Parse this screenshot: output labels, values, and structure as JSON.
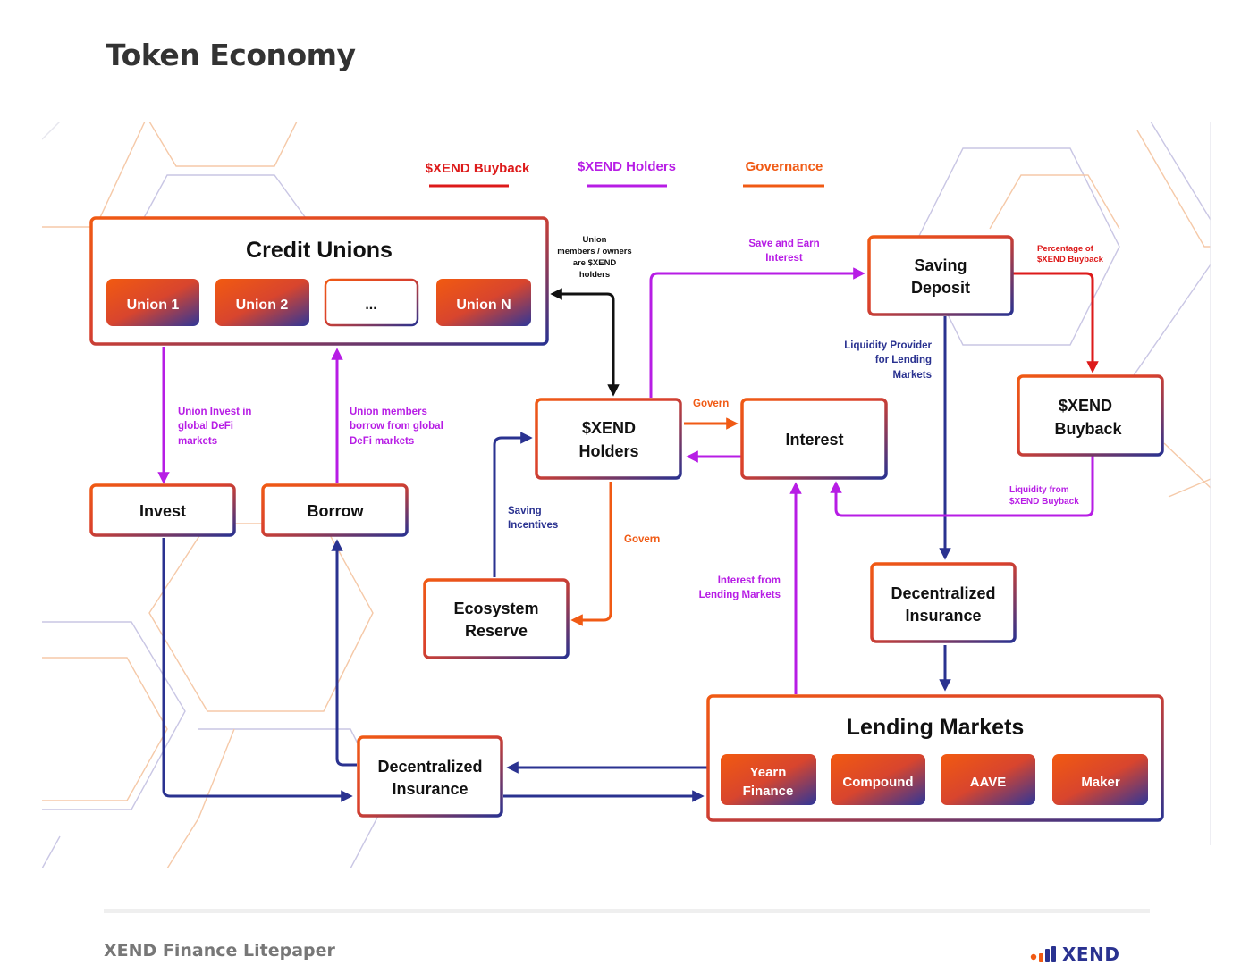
{
  "page": {
    "title": "Token Economy",
    "footer_left": "XEND Finance Litepaper",
    "footer_logo_text": "XEND"
  },
  "colors": {
    "orange": "#f05a14",
    "navy": "#2a3290",
    "purple": "#b71de5",
    "red": "#dd1a1a",
    "black": "#111111"
  },
  "legend": [
    {
      "label": "$XEND Buyback",
      "color": "#dd1a1a"
    },
    {
      "label": "$XEND Holders",
      "color": "#b71de5"
    },
    {
      "label": "Governance",
      "color": "#f05a14"
    }
  ],
  "nodes": {
    "credit_unions": {
      "title": "Credit Unions",
      "items": [
        "Union 1",
        "Union 2",
        "...",
        "Union N"
      ]
    },
    "invest": "Invest",
    "borrow": "Borrow",
    "xend_holders": [
      "$XEND",
      "Holders"
    ],
    "interest": "Interest",
    "ecosystem_reserve": [
      "Ecosystem",
      "Reserve"
    ],
    "saving_deposit": [
      "Saving",
      "Deposit"
    ],
    "xend_buyback": [
      "$XEND",
      "Buyback"
    ],
    "dec_insurance_right": [
      "Decentralized",
      "Insurance"
    ],
    "dec_insurance_bottom": [
      "Decentralized",
      "Insurance"
    ],
    "lending_markets": {
      "title": "Lending Markets",
      "items": [
        [
          "Yearn",
          "Finance"
        ],
        [
          "Compound"
        ],
        [
          "AAVE"
        ],
        [
          "Maker"
        ]
      ]
    }
  },
  "annotations": {
    "union_members": [
      "Union",
      "members / owners",
      "are $XEND",
      "holders"
    ],
    "save_and_earn": [
      "Save and Earn",
      "Interest"
    ],
    "percentage_buyback": [
      "Percentage of",
      "$XEND Buyback"
    ],
    "liquidity_provider": [
      "Liquidity Provider",
      "for Lending",
      "Markets"
    ],
    "liquidity_from": [
      "Liquidity from",
      "$XEND Buyback"
    ],
    "union_invest": [
      "Union Invest in",
      "global DeFi",
      "markets"
    ],
    "union_borrow": [
      "Union members",
      "borrow from global",
      "DeFi markets"
    ],
    "govern_top": "Govern",
    "govern_mid": "Govern",
    "saving_incentives": [
      "Saving",
      "Incentives"
    ],
    "interest_from": [
      "Interest from",
      "Lending Markets"
    ]
  }
}
